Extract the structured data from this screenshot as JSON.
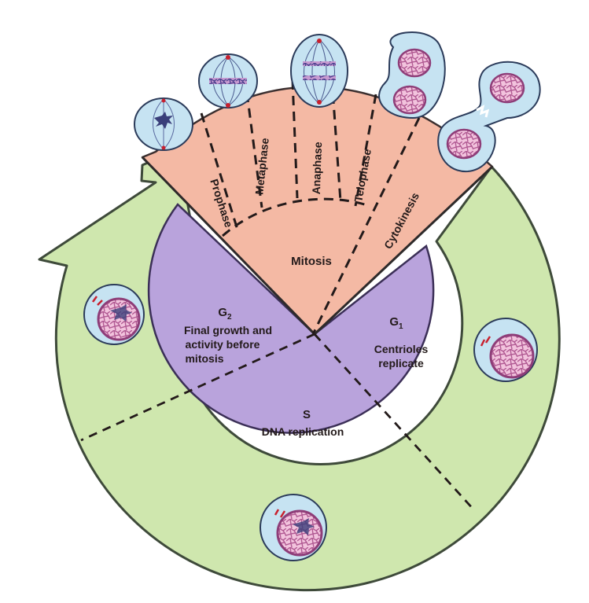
{
  "phases": {
    "mitosis": "Mitosis",
    "prophase": "Prophase",
    "metaphase": "Metaphase",
    "anaphase": "Anaphase",
    "telophase": "Telophase",
    "cytokinesis": "Cytokinesis"
  },
  "interphase": {
    "g2_title": "G",
    "g2_sub": "2",
    "g2_line1": "Final growth and",
    "g2_line2": "activity before",
    "g2_line3": "mitosis",
    "g1_title": "G",
    "g1_sub": "1",
    "g1_line1": "Centrioles",
    "g1_line2": "replicate",
    "s_title": "S",
    "s_line1": "DNA replication"
  },
  "colors": {
    "ring_green": "#cfe7ae",
    "ring_stroke": "#3e4a3a",
    "interphase_purple": "#b9a3dc",
    "mitosis_salmon": "#f4b9a4",
    "cell_blue": "#c6e3f2",
    "nucleus_pink": "#c77eb1",
    "centriole_red": "#c8202e"
  }
}
